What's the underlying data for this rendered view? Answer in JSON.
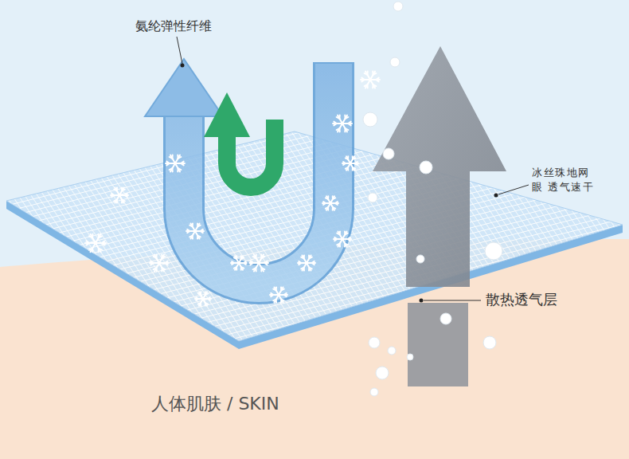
{
  "diagram": {
    "labels": [
      "氨纶弹性纤维",
      "冰丝珠地网眼 透气速干",
      "散热透气层",
      "人体肌肤 / SKIN"
    ]
  }
}
